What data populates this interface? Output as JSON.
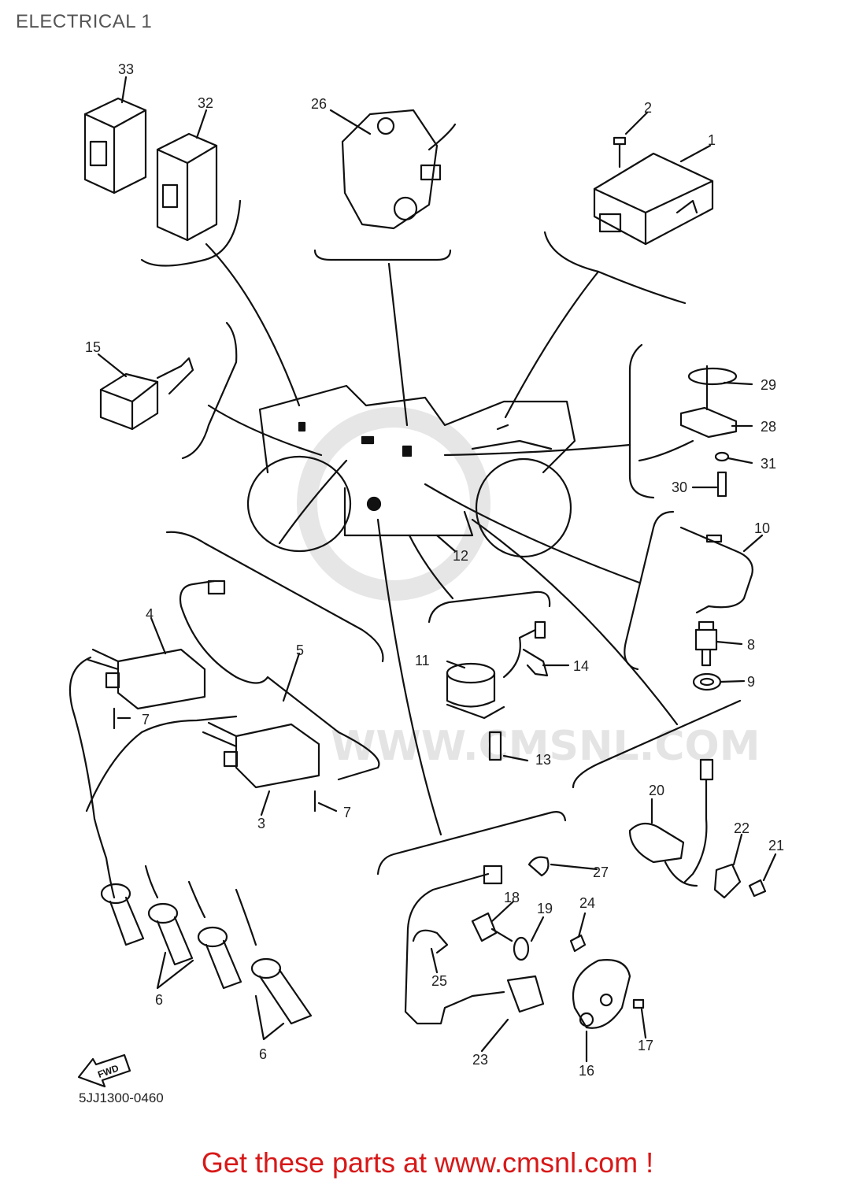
{
  "title": "ELECTRICAL 1",
  "diagram_code": "5JJ1300-0460",
  "fwd_label": "FWD",
  "footer": "Get these parts at www.cmsnl.com !",
  "watermark": "WWW.CMSNL.COM",
  "part_labels": {
    "p1": "1",
    "p2": "2",
    "p3": "3",
    "p4": "4",
    "p5": "5",
    "p6a": "6",
    "p6b": "6",
    "p7a": "7",
    "p7b": "7",
    "p8": "8",
    "p9": "9",
    "p10": "10",
    "p11": "11",
    "p12": "12",
    "p13": "13",
    "p14": "14",
    "p15": "15",
    "p16": "16",
    "p17": "17",
    "p18": "18",
    "p19": "19",
    "p20": "20",
    "p21": "21",
    "p22": "22",
    "p23": "23",
    "p24": "24",
    "p25": "25",
    "p26": "26",
    "p27": "27",
    "p28": "28",
    "p29": "29",
    "p30": "30",
    "p31": "31",
    "p32": "32",
    "p33": "33"
  },
  "colors": {
    "footer": "#d81818",
    "line": "#111111",
    "watermark": "#e4e4e4"
  }
}
